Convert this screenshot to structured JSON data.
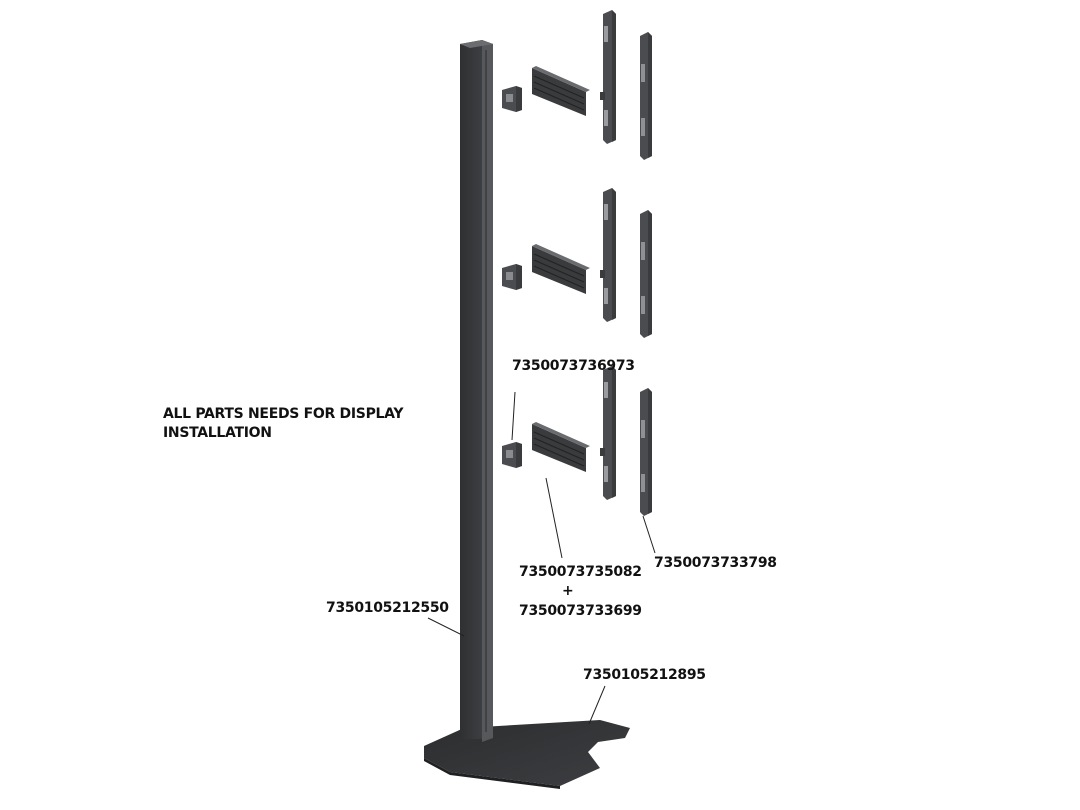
{
  "heading": {
    "line1": "ALL PARTS NEEDS FOR DISPLAY",
    "line2": "INSTALLATION"
  },
  "callouts": {
    "clamp": "7350073736973",
    "rail_primary": "7350073735082",
    "plus": "+",
    "rail_secondary": "7350073733699",
    "vertical_bracket": "7350073733798",
    "column": "7350105212550",
    "floor_base": "7350105212895"
  },
  "colors": {
    "part_dark": "#3a3b3d",
    "part_mid": "#4b4c4f",
    "part_light": "#6a6b6e",
    "leader": "#222222",
    "background": "#ffffff"
  },
  "tiers": 3
}
